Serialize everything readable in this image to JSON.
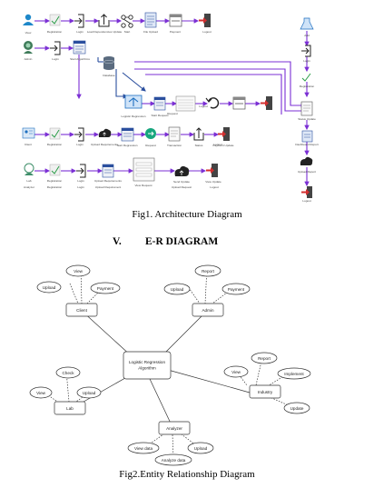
{
  "figure1": {
    "caption": "Fig1. Architecture Diagram",
    "icon_labels": [
      "View",
      "Registration",
      "Login",
      "Load Dependencies Update",
      "Start",
      "File Upload",
      "Payment",
      "Logout",
      "Admin",
      "Login",
      "Start Algorithms",
      "Database",
      "Logistic Regression",
      "Start Request",
      "Client",
      "Registration",
      "Login",
      "Upload Requirements",
      "Start Regression",
      "Request",
      "Transaction",
      "Status",
      "Payment Update",
      "Logout",
      "Lab",
      "Registration",
      "Login",
      "Upload Requirements",
      "View Request",
      "Request",
      "Send Update",
      "View Update",
      "Logout",
      "Analyzer",
      "Registration",
      "Login",
      "Upload Requirement",
      "Upload Request",
      "Logout",
      "Add",
      "Login",
      "Registration",
      "Status Update",
      "Dashboard Report",
      "Upload Report",
      "Logout"
    ],
    "accent_color": "#7b2fd4"
  },
  "section": {
    "number": "V.",
    "title": "E-R DIAGRAM"
  },
  "figure2": {
    "caption": "Fig2.Entity Relationship Diagram",
    "center": "Logistic Regression Algorithm",
    "entities": {
      "client": "Client",
      "admin": "Admin",
      "lab": "Lab",
      "industry": "Industry",
      "analyzer": "Analyzer"
    },
    "attributes": {
      "client": [
        "View",
        "Upload",
        "Payment"
      ],
      "admin": [
        "Report",
        "Upload",
        "Payment"
      ],
      "lab": [
        "Check",
        "View",
        "Upload"
      ],
      "industry": [
        "Report",
        "View",
        "Implement",
        "Update"
      ],
      "analyzer": [
        "View data",
        "Analyze data",
        "Upload"
      ]
    }
  }
}
